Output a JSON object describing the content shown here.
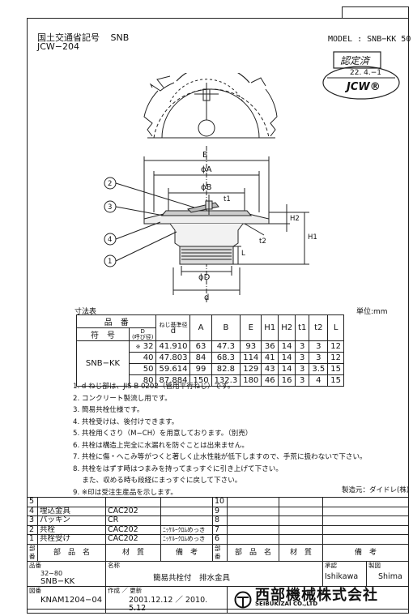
{
  "header": {
    "mlit_label": "国土交通省記号",
    "mlit_code": "SNB",
    "jcw_code": "JCW−204",
    "model": "MODEL : SNB−KK 50"
  },
  "stamp": {
    "title": "認定済",
    "date": "22. 4.−1",
    "mark": "JCW®"
  },
  "drawing_labels": {
    "E": "E",
    "phiA": "ϕA",
    "phiB": "ϕB",
    "t1": "t1",
    "H2": "H2",
    "H1": "H1",
    "t2": "t2",
    "L": "L",
    "phiD": "ϕD",
    "d": "d",
    "balloons": [
      "2",
      "3",
      "4",
      "1"
    ]
  },
  "dimension_table": {
    "caption": "寸法表",
    "unit": "単位:mm",
    "h_hinban": "品　番",
    "h_fugo": "符　号",
    "h_D": "D",
    "h_D_sub": "(呼び径)",
    "h_thread": "ねじ基準径",
    "h_d": "d",
    "cols": [
      "A",
      "B",
      "E",
      "H1",
      "H2",
      "t1",
      "t2",
      "L"
    ],
    "model": "SNB−KK",
    "rows": [
      {
        "mark": "※",
        "D": "32",
        "d": "41.910",
        "vals": [
          "63",
          "47.3",
          "93",
          "36",
          "14",
          "3",
          "3",
          "12"
        ]
      },
      {
        "mark": "",
        "D": "40",
        "d": "47.803",
        "vals": [
          "84",
          "68.3",
          "114",
          "41",
          "14",
          "3",
          "3",
          "12"
        ]
      },
      {
        "mark": "",
        "D": "50",
        "d": "59.614",
        "vals": [
          "99",
          "82.8",
          "129",
          "43",
          "14",
          "3",
          "3.5",
          "15"
        ]
      },
      {
        "mark": "",
        "D": "80",
        "d": "87.884",
        "vals": [
          "150",
          "132.3",
          "180",
          "46",
          "16",
          "3",
          "4",
          "15"
        ]
      }
    ]
  },
  "notes": [
    "1. d ねじ部は、JIS B 0202（管用平行ねじ）です。",
    "2. コンクリート製流し用です。",
    "3. 簡易共栓仕様です。",
    "4. 共栓受けは、後付けできます。",
    "5. 共栓用くさり（M−CH）を用意しております。（別売）",
    "6. 共栓は構造上完全に水漏れを防ぐことは出来ません。",
    "7. 共栓に傷・へこみ等がつくと著しく止水性能が低下しますので、手荒に扱わないで下さい。",
    "8. 共栓をはずす時はつまみを持ってまっすぐに引き上げて下さい。",
    "　 また、収める時も段経にまっすぐに戻して下さい。",
    "9. ※印は受注生産品を示します。"
  ],
  "maker": "製造元：ダイドレ(株)",
  "parts": {
    "rows": [
      {
        "no": "5",
        "name": "",
        "mat": "",
        "rem": "",
        "no2": "10"
      },
      {
        "no": "4",
        "name": "埋込金具",
        "mat": "CAC202",
        "rem": "",
        "no2": "9"
      },
      {
        "no": "3",
        "name": "パッキン",
        "mat": "CR",
        "rem": "",
        "no2": "8"
      },
      {
        "no": "2",
        "name": "共栓",
        "mat": "CAC202",
        "rem": "ﾆｯｹﾙｰｸﾛﾑめっき",
        "no2": "7"
      },
      {
        "no": "1",
        "name": "共栓受け",
        "mat": "CAC202",
        "rem": "ﾆｯｹﾙｰｸﾛﾑめっき",
        "no2": "6"
      }
    ],
    "h_no": "部番",
    "h_name": "部　品　名",
    "h_mat": "材　質",
    "h_rem": "備　考"
  },
  "title_block": {
    "hinban_label": "品番",
    "hinban_sub": "32∼80",
    "hinban": "SNB−KK",
    "meisho_label": "名称",
    "meisho": "簡易共栓付　排水金具",
    "shonin_label": "承認",
    "shonin": "Ishikawa",
    "seizu_label": "製図",
    "seizu": "Shima",
    "zuban_label": "図番",
    "zuban": "KNAM1204−04",
    "date_label": "作成 ／ 更新",
    "dates": "2001.12.12 ／ 2010. 5.12",
    "company": "西部機械株式会社",
    "company_en": "SEIBUKIZAI CO.,LTD"
  }
}
